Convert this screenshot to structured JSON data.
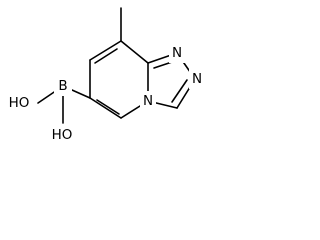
{
  "structure": {
    "atoms": {
      "oh_top": "HO",
      "oh_bottom": "HO",
      "boron": "B",
      "n_bridge": "N",
      "n_upper": "N",
      "n_lower": "N"
    }
  },
  "colors": {
    "bond": "#000000",
    "label": "#000000",
    "background": "#ffffff"
  }
}
